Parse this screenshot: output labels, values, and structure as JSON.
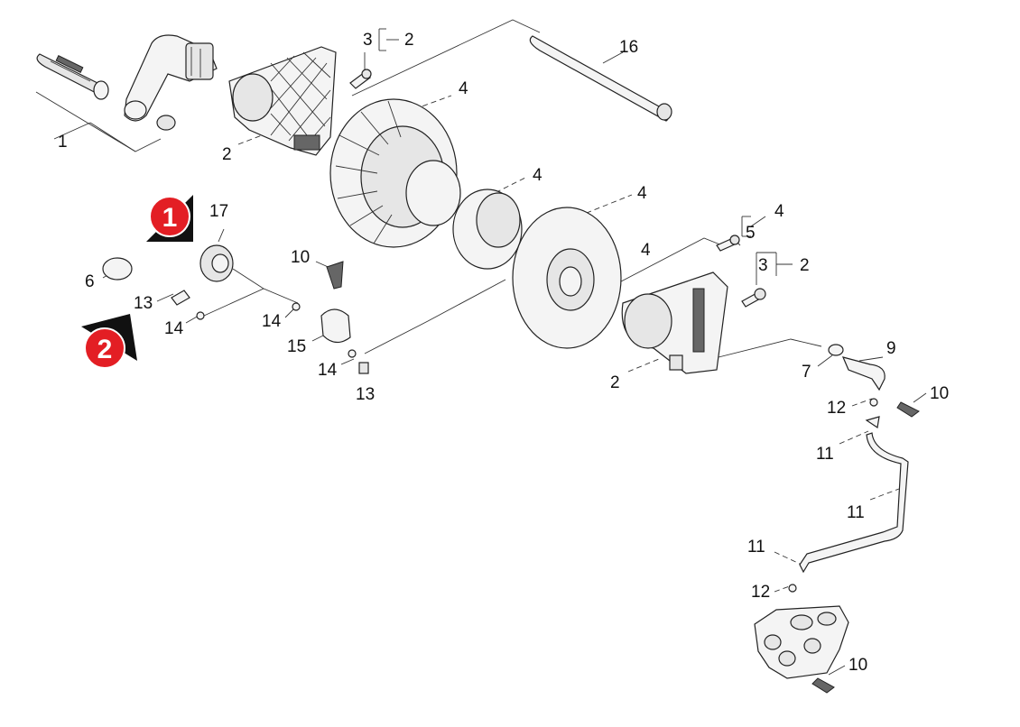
{
  "callouts": {
    "c1": "1",
    "c2_top": "2",
    "c3_top": "3",
    "c16": "16",
    "c4_a": "4",
    "c2_left": "2",
    "c4_b": "4",
    "c4_c": "4",
    "c17": "17",
    "c6": "6",
    "c13_a": "13",
    "c14_a": "14",
    "c10_a": "10",
    "c14_b": "14",
    "c15": "15",
    "c14_c": "14",
    "c13_b": "13",
    "c4_d": "4",
    "c5": "5",
    "c4_e": "4",
    "c3_right": "3",
    "c2_right": "2",
    "c2_bottom": "2",
    "c9": "9",
    "c7": "7",
    "c10_b": "10",
    "c12_a": "12",
    "c11_a": "11",
    "c11_b": "11",
    "c11_c": "11",
    "c12_b": "12",
    "c10_c": "10"
  },
  "markers": {
    "marker1": "1",
    "marker2": "2",
    "color": "#e31e24"
  }
}
